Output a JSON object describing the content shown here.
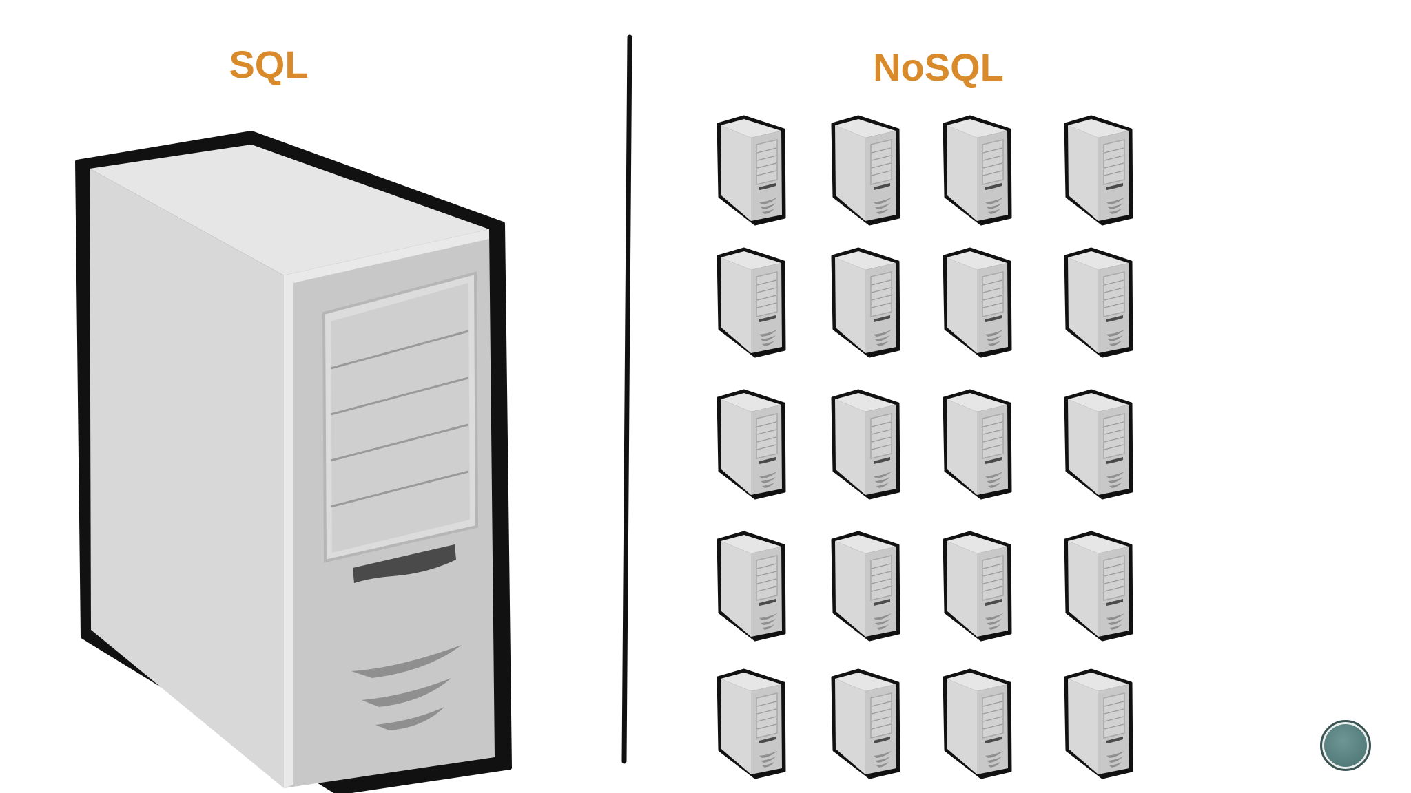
{
  "left": {
    "title": "SQL",
    "icon": "server-tower-icon"
  },
  "right": {
    "title": "NoSQL",
    "icon": "server-tower-icon",
    "server_count": 20
  },
  "colors": {
    "heading": "#d98b2b",
    "server_body": "#d4d4d4",
    "server_front": "#c2c2c2",
    "outline": "#111111",
    "divider": "#111111",
    "nav_button": "#5e8a87"
  },
  "controls": {
    "nav_button_icon": "slide-nav-icon"
  }
}
